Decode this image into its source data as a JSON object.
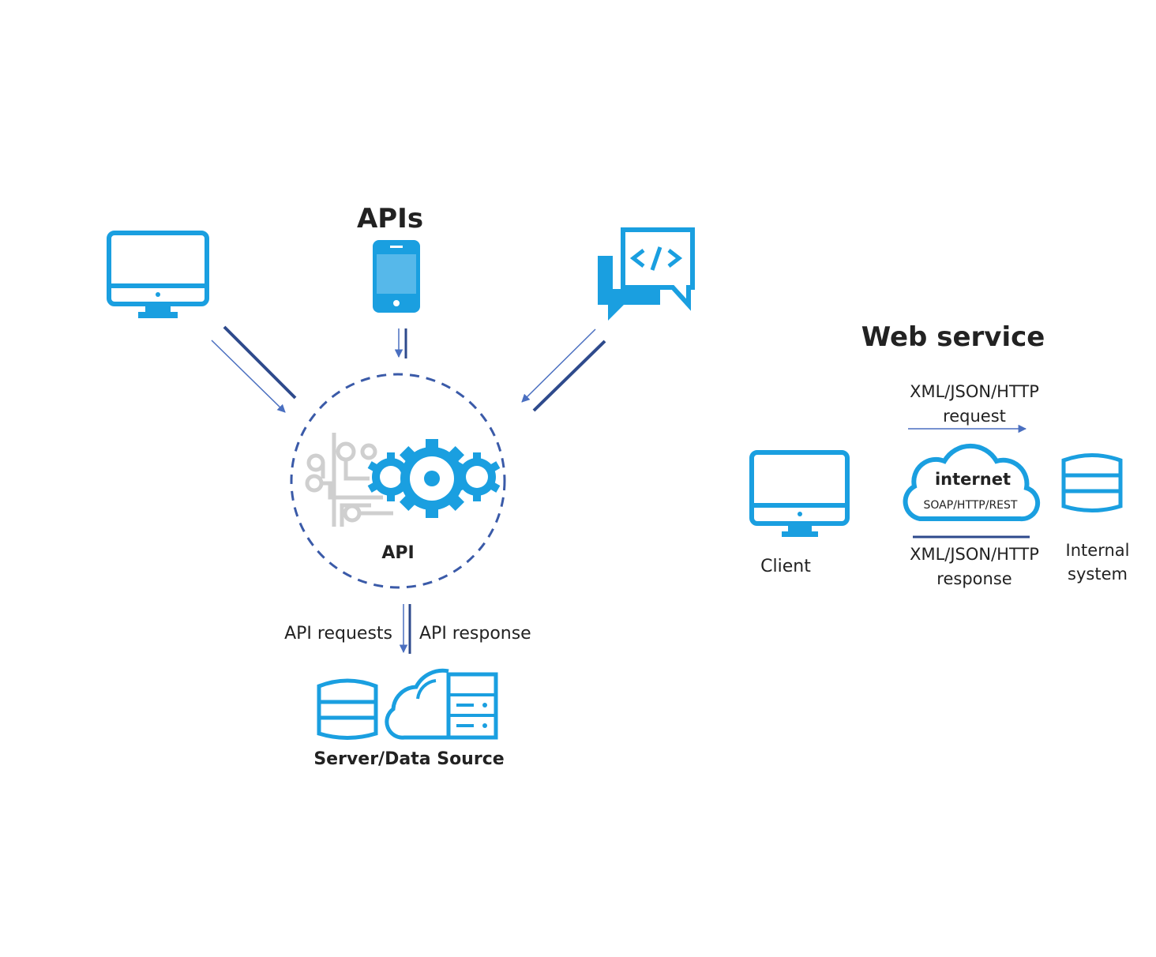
{
  "colors": {
    "accent": "#1a9fe0",
    "arrow_dark": "#2e4a8c",
    "arrow_light": "#4a6fc0",
    "circle_dash": "#3a5aa8",
    "circuit_gray": "#cfcfcf",
    "text": "#222222"
  },
  "apis": {
    "title": "APIs",
    "hub_label": "API",
    "request_label": "API requests",
    "response_label": "API response",
    "server_label": "Server/Data Source",
    "icons": [
      "monitor-icon",
      "smartphone-icon",
      "code-chat-icon",
      "gear-icon",
      "circuit-icon",
      "database-icon",
      "cloud-server-icon"
    ]
  },
  "web_service": {
    "title": "Web service",
    "request_label_line1": "XML/JSON/HTTP",
    "request_label_line2": "request",
    "cloud_label": "internet",
    "cloud_sublabel": "SOAP/HTTP/REST",
    "response_label_line1": "XML/JSON/HTTP",
    "response_label_line2": "response",
    "client_label": "Client",
    "internal_label_line1": "Internal",
    "internal_label_line2": "system",
    "icons": [
      "monitor-icon",
      "cloud-icon",
      "database-icon"
    ]
  }
}
